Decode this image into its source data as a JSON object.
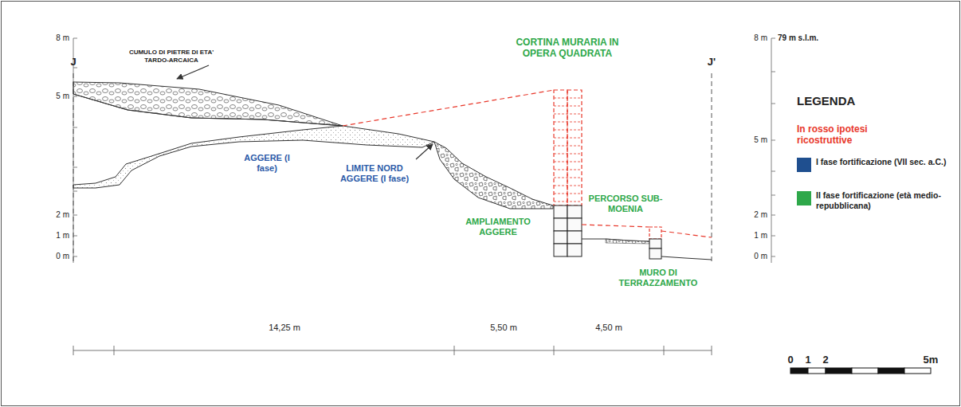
{
  "diagram": {
    "labels": [
      "CUMULO DI PIETRE DI ETA' TARDO-ARCAICA",
      "J",
      "J'",
      "AGGERE (I fase)",
      "LIMITE NORD AGGERE (I fase)",
      "CORTINA MURARIA IN OPERA QUADRATA",
      "AMPLIAMENTO AGGERE",
      "PERCORSO SUB-MOENIA",
      "MURO DI TERRAZZAMENTO",
      "8 m",
      "5 m",
      "2 m",
      "1 m",
      "0 m",
      "8 m",
      "79 m s.l.m.",
      "5 m",
      "2 m",
      "1 m",
      "0 m",
      "14,25 m",
      "5,50 m",
      "4,50 m",
      "0",
      "1",
      "2",
      "5m",
      "LEGENDA",
      "In rosso ipotesi ricostruttive"
    ],
    "legend": [
      {
        "text": "I fase fortificazione (VII sec. a.C.)",
        "color": "#1f4f8f"
      },
      {
        "text": "II fase fortificazione (età medio-repubblicana)",
        "color": "#2ea84a"
      }
    ]
  }
}
